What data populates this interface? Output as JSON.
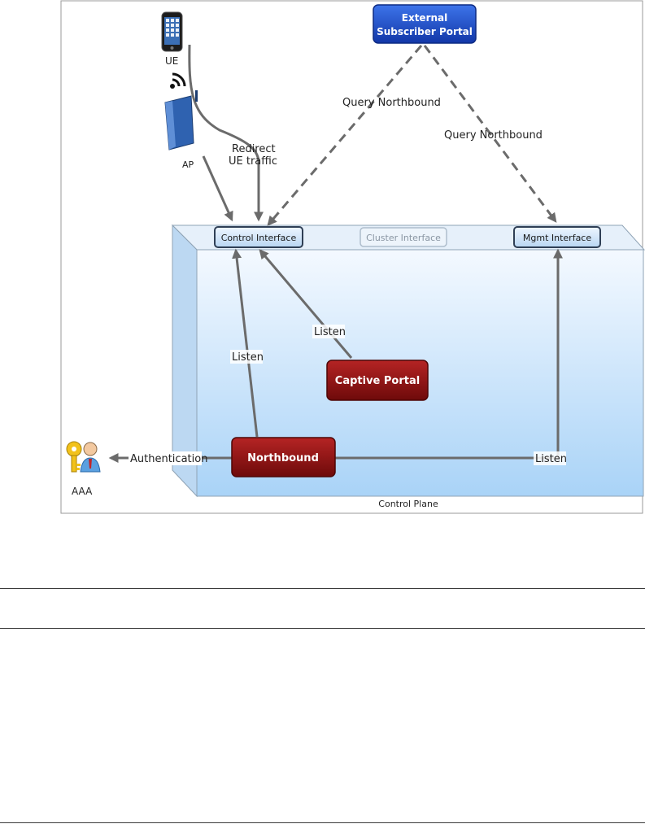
{
  "diagram": {
    "nodes": {
      "ue": "UE",
      "ap": "AP",
      "aaa": "AAA",
      "external_portal_line1": "External",
      "external_portal_line2": "Subscriber Portal",
      "control_interface": "Control Interface",
      "cluster_interface": "Cluster Interface",
      "mgmt_interface": "Mgmt Interface",
      "captive_portal": "Captive Portal",
      "northbound": "Northbound",
      "control_plane": "Control Plane"
    },
    "edge_labels": {
      "redirect_line1": "Redirect",
      "redirect_line2": "UE traffic",
      "query_northbound_left": "Query Northbound",
      "query_northbound_right": "Query Northbound",
      "listen_captive": "Listen",
      "listen_northbound": "Listen",
      "listen_mgmt": "Listen",
      "authentication": "Authentication"
    },
    "colors": {
      "portal_blue": "#1747c9",
      "process_red": "#8a1010",
      "interface_fill": "#cfe3f7",
      "plane_fill": "#cfe6fb",
      "connector_gray": "#6b6b6b"
    }
  }
}
